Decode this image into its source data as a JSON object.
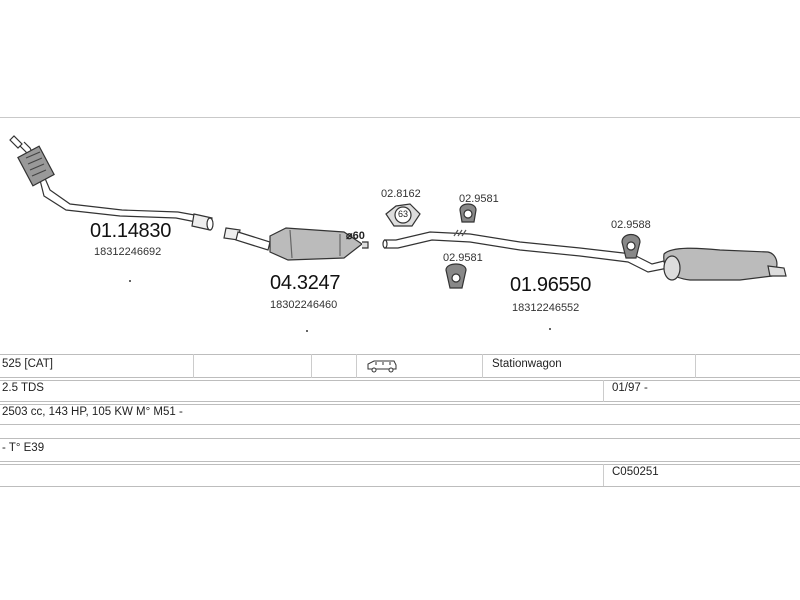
{
  "parts": {
    "front_pipe": {
      "number": "01.14830",
      "oe": "18312246692"
    },
    "catalyst": {
      "number": "04.3247",
      "oe": "18302246460"
    },
    "rear_pipe": {
      "number": "01.96550",
      "oe": "18312246552"
    },
    "clamp_label": "02.8162",
    "clamp_size": "63",
    "hanger_top": "02.9581",
    "hanger_bottom": "02.9581",
    "hanger_rear": "02.9588",
    "diameter": "⌀60"
  },
  "vehicle": {
    "model": "525  [CAT]",
    "body": "Stationwagon",
    "engine": "2.5 TDS",
    "date": "01/97 -",
    "spec": "2503 cc, 143 HP, 105 KW M° M51 -",
    "chassis": "- T° E39",
    "code": "C050251"
  },
  "icons": {
    "vehicle": "station-wagon-icon"
  }
}
